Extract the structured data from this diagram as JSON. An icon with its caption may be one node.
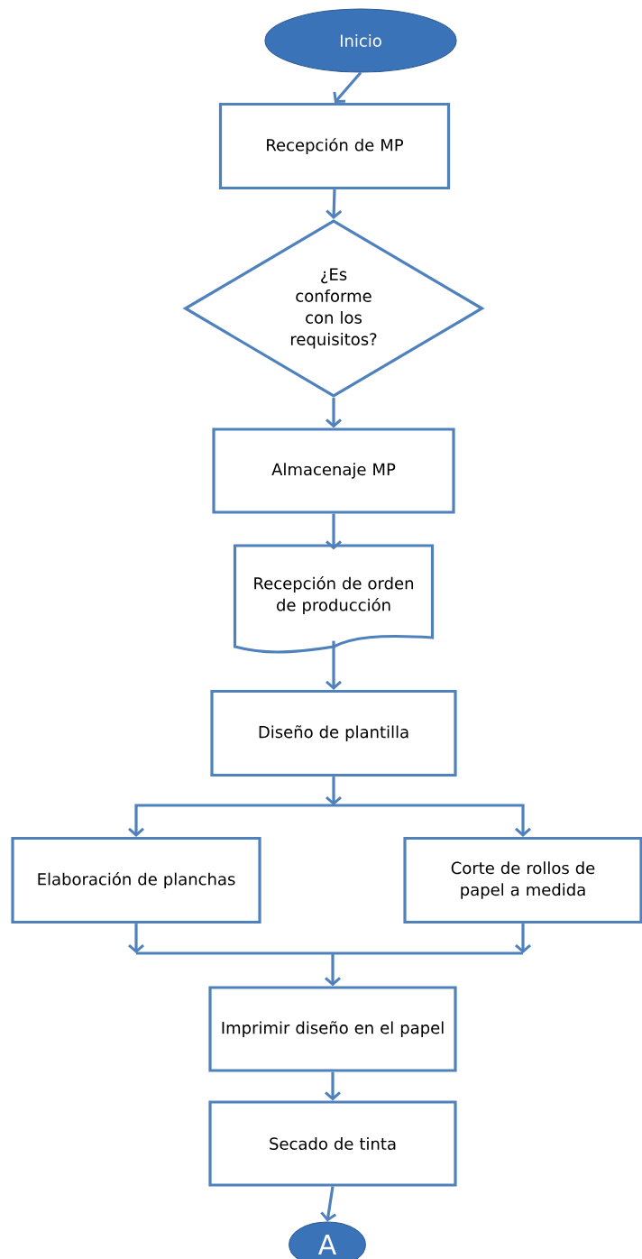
{
  "diagram": {
    "nodes": [
      {
        "text": [
          "Inicio"
        ]
      },
      {
        "text": [
          "Recepción de MP"
        ]
      },
      {
        "text": [
          "¿Es conforme con los requisitos?"
        ]
      },
      {
        "text": [
          "Almacenaje MP"
        ]
      },
      {
        "text": [
          "Recepción de orden de producción"
        ]
      },
      {
        "text": [
          "Diseño de plantilla"
        ]
      },
      {
        "text": [
          "Elaboración de planchas"
        ]
      },
      {
        "text": [
          "Corte de rollos de papel a medida"
        ]
      },
      {
        "text": [
          "Imprimir diseño  en el papel"
        ]
      },
      {
        "text": [
          "Secado de  tinta"
        ]
      },
      {
        "text": [
          "A"
        ]
      }
    ],
    "edges": [
      {
        "from": 0,
        "to": 1,
        "arrow": "to"
      },
      {
        "from": 1,
        "to": 2,
        "arrow": "to"
      },
      {
        "from": 2,
        "to": 3,
        "arrow": "to"
      },
      {
        "from": 3,
        "to": 4,
        "arrow": "to"
      },
      {
        "from": 4,
        "to": 5,
        "arrow": "to"
      },
      {
        "from": 5,
        "to": 6,
        "arrow": "to"
      },
      {
        "from": 5,
        "to": 7,
        "arrow": "to"
      },
      {
        "from": 6,
        "to": 8,
        "arrow": "to"
      },
      {
        "from": 7,
        "to": 8,
        "arrow": "to"
      },
      {
        "from": 8,
        "to": 9,
        "arrow": "to"
      },
      {
        "from": 9,
        "to": 10,
        "arrow": "to"
      }
    ]
  }
}
